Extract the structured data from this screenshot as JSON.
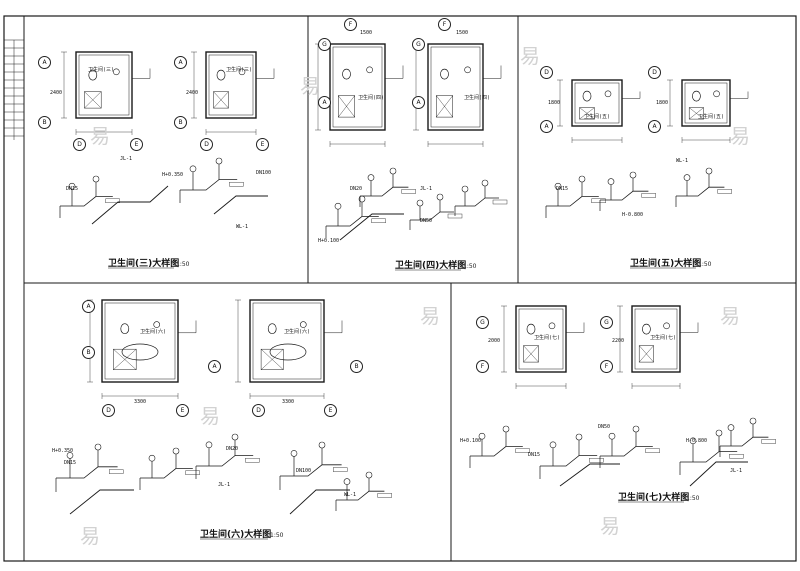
{
  "panels": [
    {
      "title": "卫生间(三)大样图",
      "scale": "1:50"
    },
    {
      "title": "卫生间(四)大样图",
      "scale": "1:50"
    },
    {
      "title": "卫生间(五)大样图",
      "scale": "1:50"
    },
    {
      "title": "卫生间(六)大样图",
      "scale": "1:50"
    },
    {
      "title": "卫生间(七)大样图",
      "scale": "1:50"
    }
  ],
  "room_labels": [
    "卫生间(三)",
    "卫生间(三)",
    "卫生间(四)",
    "卫生间(四)",
    "卫生间(五)",
    "卫生间(五)",
    "卫生间(六)",
    "卫生间(六)",
    "卫生间(七)",
    "卫生间(七)"
  ],
  "axis_marks": [
    "A",
    "B",
    "D",
    "E",
    "F",
    "G"
  ],
  "dimension_labels": [
    "2400",
    "3300",
    "1500",
    "2000",
    "1800",
    "2200"
  ],
  "pipe_labels": [
    "DN15",
    "DN20",
    "DN50",
    "DN100",
    "JL-1",
    "WL-1",
    "H+0.350",
    "H+0.100",
    "H-0.800"
  ],
  "watermark": "易"
}
